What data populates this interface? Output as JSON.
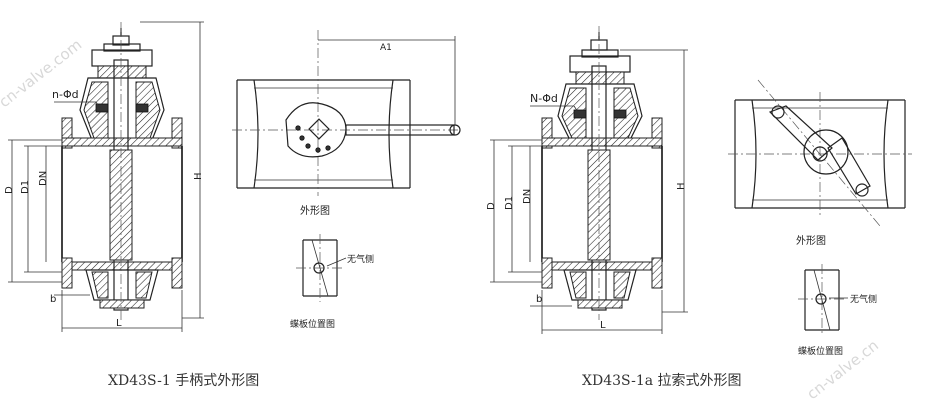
{
  "left_figure": {
    "labels": {
      "bolt_spec": "n-Φd",
      "D": "D",
      "D1": "D1",
      "DN": "DN",
      "H": "H",
      "b": "b",
      "L": "L"
    },
    "outline_view": {
      "dimension": "A1",
      "title": "外形图"
    },
    "plate_position": {
      "side_label": "无气侧",
      "title": "蝶板位置图"
    },
    "caption": "XD43S-1 手柄式外形图"
  },
  "right_figure": {
    "labels": {
      "bolt_spec": "N-Φd",
      "D": "D",
      "D1": "D1",
      "DN": "DN",
      "H": "H",
      "b": "b",
      "L": "L"
    },
    "outline_view": {
      "title": "外形图"
    },
    "plate_position": {
      "side_label": "无气侧",
      "title": "蝶板位置图"
    },
    "caption": "XD43S-1a 拉索式外形图"
  },
  "watermarks": [
    "cn-valve.com",
    "cn-valve.cn"
  ]
}
